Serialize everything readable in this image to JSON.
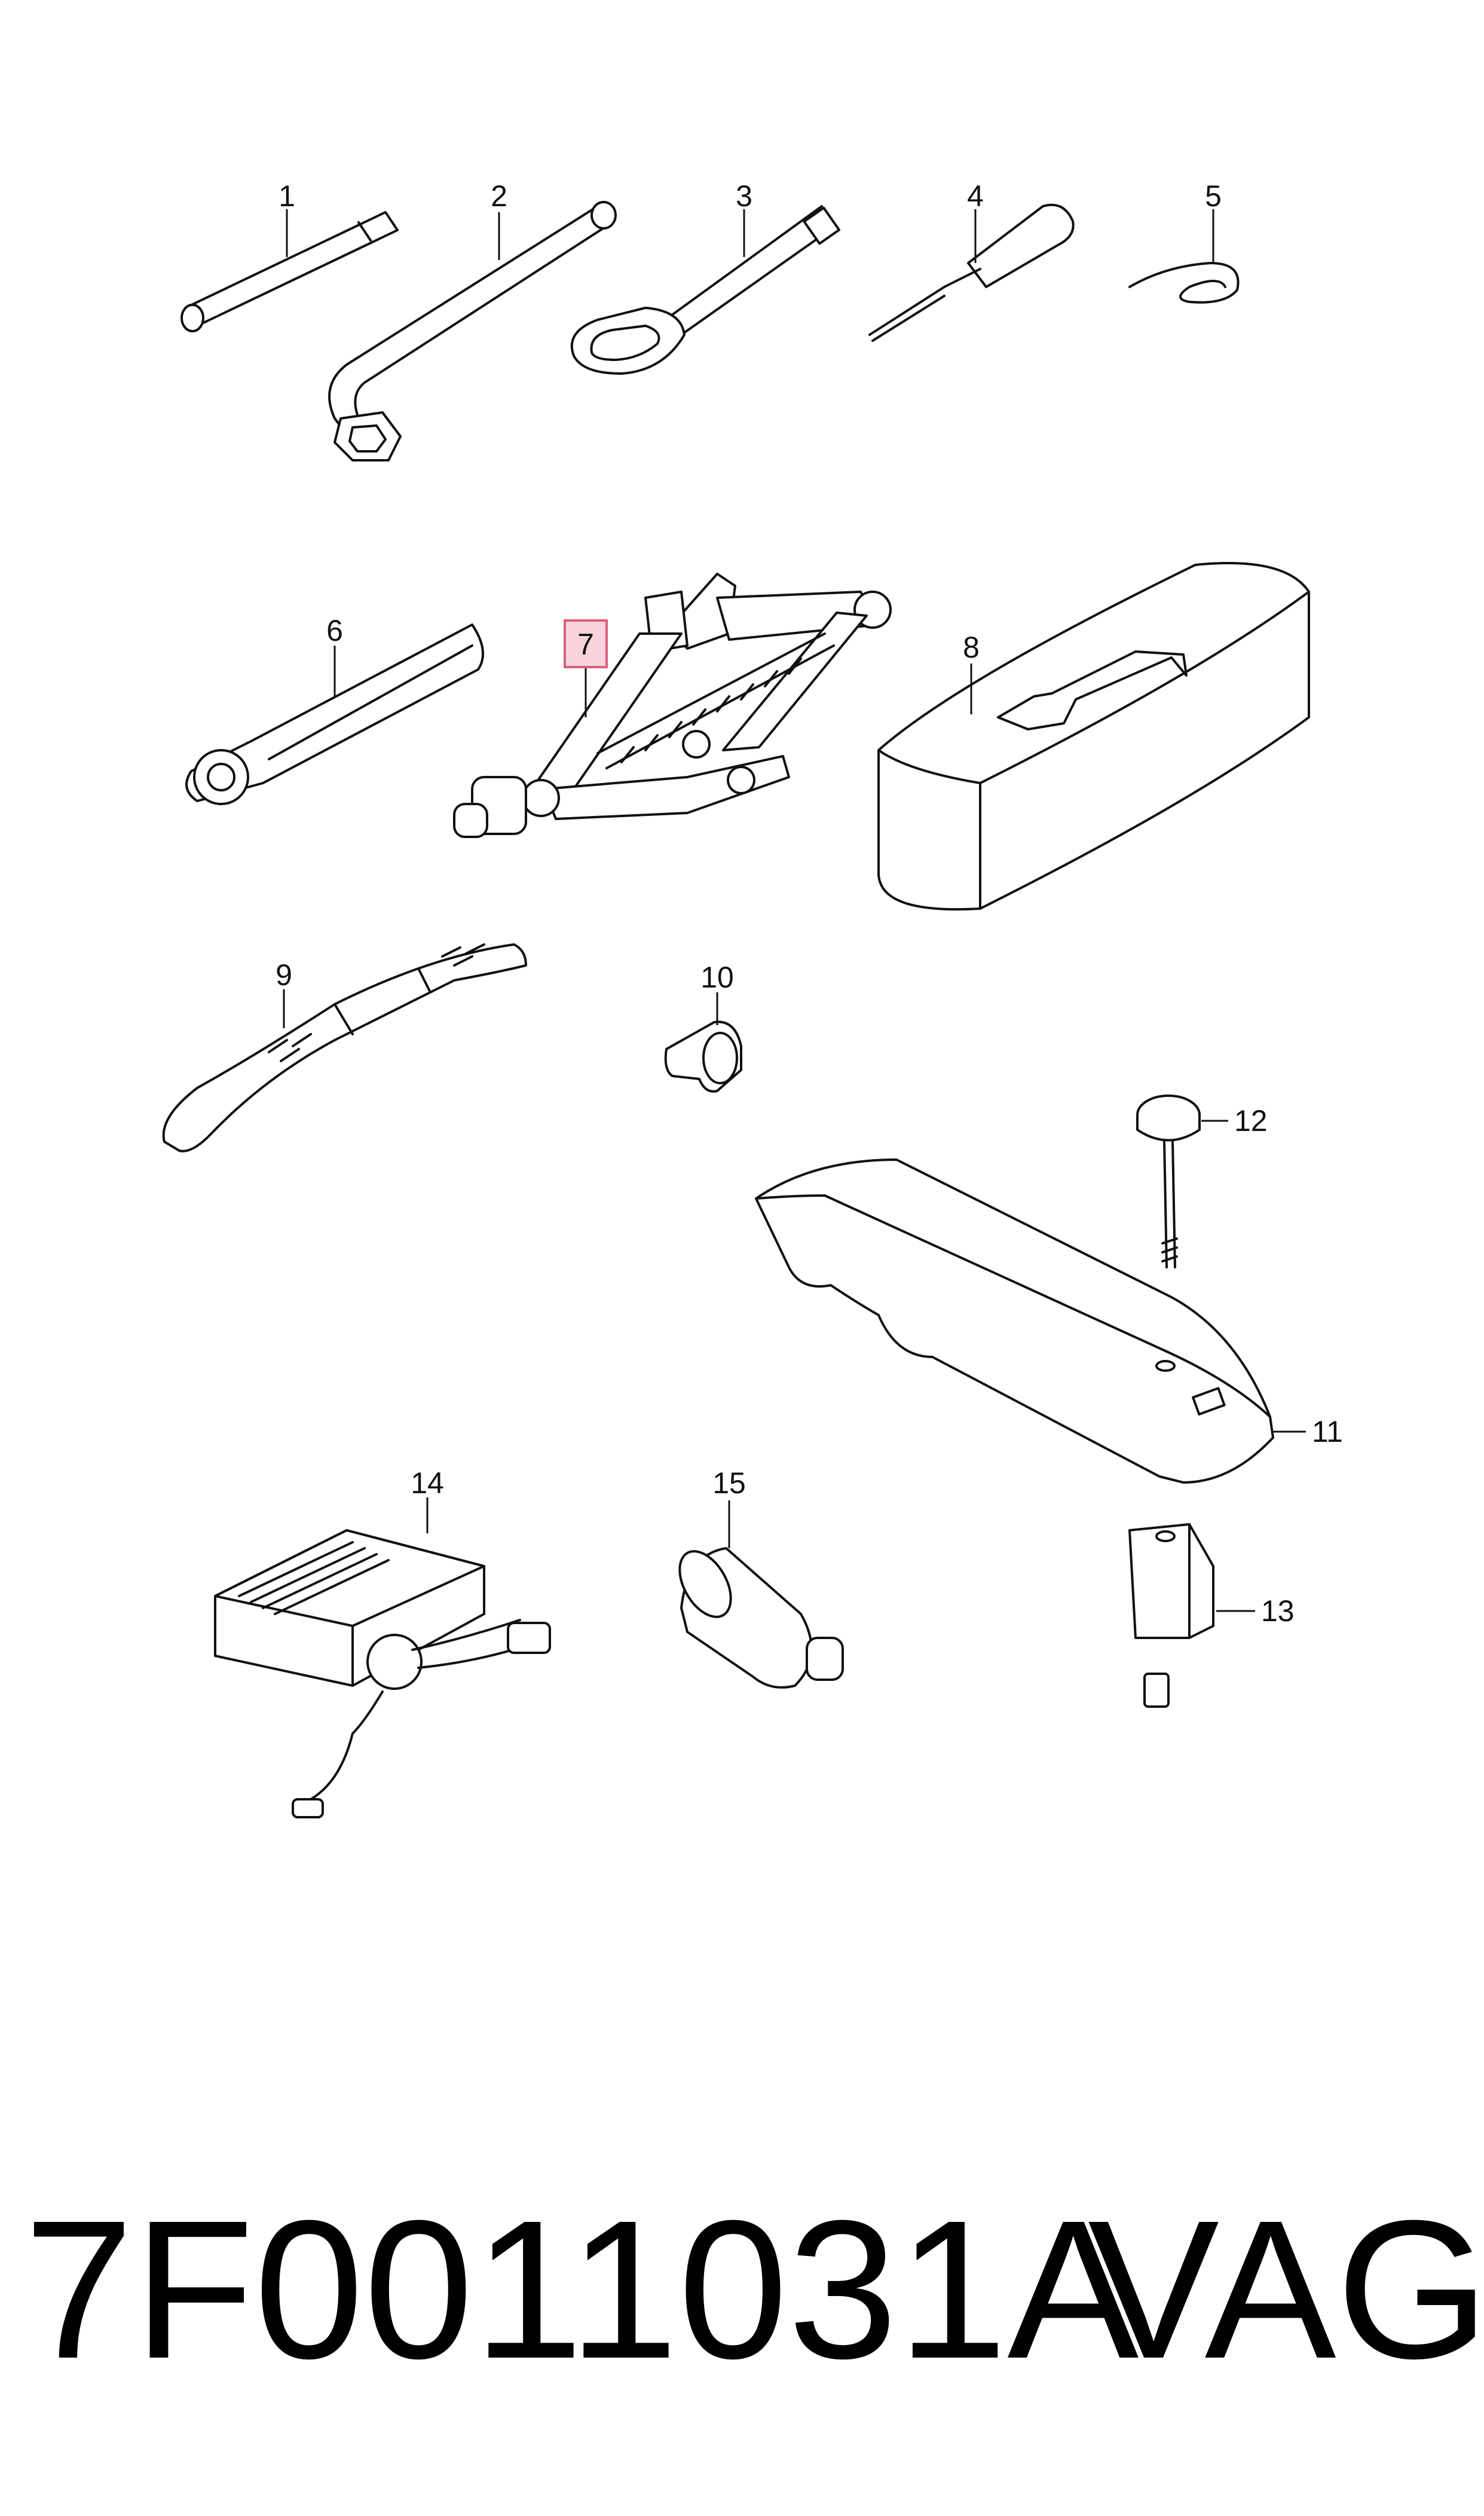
{
  "callouts": [
    "1",
    "2",
    "3",
    "4",
    "5",
    "6",
    "7",
    "8",
    "9",
    "10",
    "11",
    "12",
    "13",
    "14",
    "15"
  ],
  "highlighted_callout": "7",
  "colors": {
    "line": "#111111",
    "highlight_fill": "#f9d3dc",
    "highlight_stroke": "#d9607a"
  },
  "footer": {
    "part_number": "7F0011031A",
    "brand": "VAG"
  }
}
